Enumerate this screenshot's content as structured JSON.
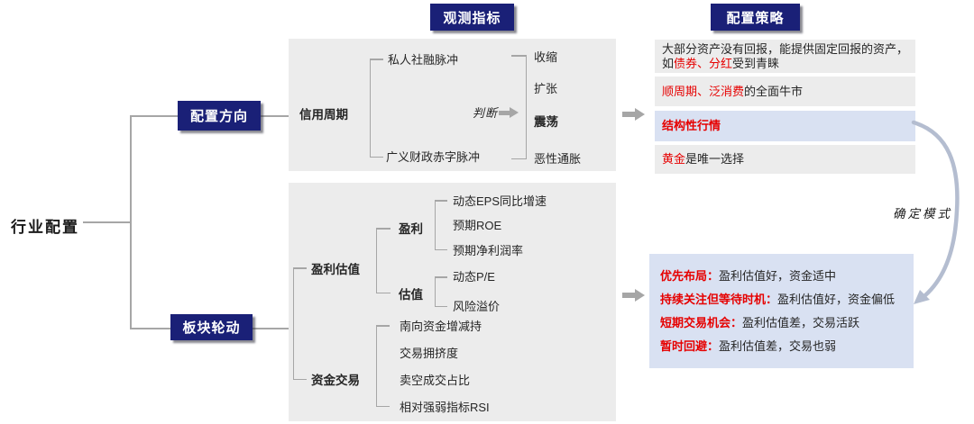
{
  "title": "行业配置",
  "colors": {
    "navy": "#1a2077",
    "red": "#e60000",
    "panel_gray": "#ececec",
    "highlight_blue": "#d9e1f2",
    "arrow_gray": "#a6a6a6",
    "curve_arrow": "#b4bdd0"
  },
  "headers": {
    "observe": "观测指标",
    "strategy": "配置策略"
  },
  "branches": {
    "direction": {
      "label": "配置方向",
      "node": "信用周期",
      "indicators": [
        "私人社融脉冲",
        "广义财政赤字脉冲"
      ],
      "judge_label": "判断",
      "states": [
        "收缩",
        "扩张",
        "震荡",
        "恶性通胀"
      ]
    },
    "rotation": {
      "label": "板块轮动",
      "groups": [
        {
          "label": "盈利估值",
          "subs": [
            {
              "label": "盈利",
              "items": [
                "动态EPS同比增速",
                "预期ROE",
                "预期净利润率"
              ]
            },
            {
              "label": "估值",
              "items": [
                "动态P/E",
                "风险溢价"
              ]
            }
          ]
        },
        {
          "label": "资金交易",
          "items": [
            "南向资金增减持",
            "交易拥挤度",
            "卖空成交占比",
            "相对强弱指标RSI"
          ]
        }
      ]
    }
  },
  "strategies": [
    {
      "line1": "大部分资产没有回报，能提供固定回报的资产，",
      "pre2": "如",
      "red": "债券、分红",
      "post2": "受到青睐"
    },
    {
      "red": "顺周期、泛消费",
      "post": "的全面牛市"
    },
    {
      "red": "结构性行情"
    },
    {
      "red": "黄金",
      "post": "是唯一选择"
    }
  ],
  "mode_label": "确定模式",
  "modes": [
    {
      "label": "优先布局：",
      "desc": "盈利估值好，资金适中"
    },
    {
      "label": "持续关注但等待时机：",
      "desc": "盈利估值好，资金偏低"
    },
    {
      "label": "短期交易机会：",
      "desc": "盈利估值差，交易活跃"
    },
    {
      "label": "暂时回避：",
      "desc": "盈利估值差，交易也弱"
    }
  ]
}
